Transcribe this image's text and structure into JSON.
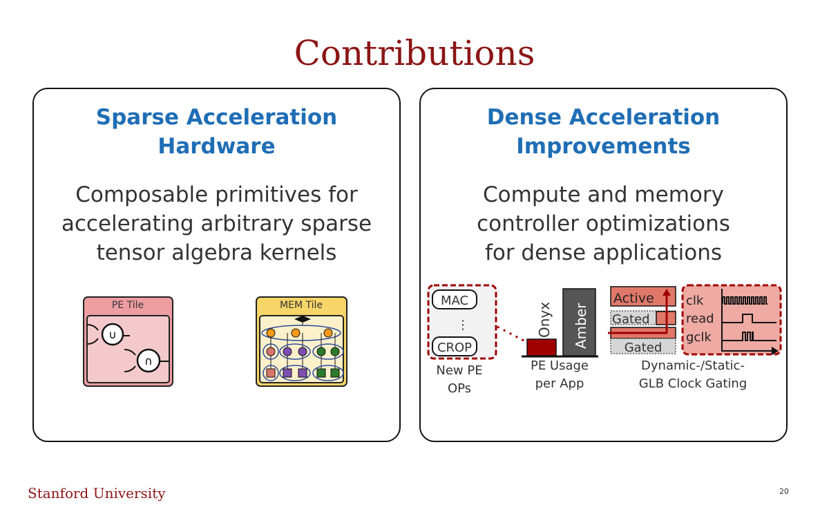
{
  "title": "Contributions",
  "left_panel": {
    "heading": [
      "Sparse Acceleration",
      "Hardware"
    ],
    "body": [
      "Composable primitives for",
      "accelerating arbitrary sparse",
      "tensor algebra kernels"
    ],
    "pe_tile": {
      "label": "PE Tile",
      "ops": [
        "∪",
        "∩"
      ]
    },
    "mem_tile": {
      "label": "MEM Tile"
    }
  },
  "right_panel": {
    "heading": [
      "Dense Acceleration",
      "Improvements"
    ],
    "body": [
      "Compute and memory",
      "controller optimizations",
      "for dense applications"
    ],
    "new_ops": {
      "items": [
        "MAC",
        "⋮",
        "CROP"
      ],
      "caption": [
        "New PE",
        "OPs"
      ]
    },
    "pe_usage": {
      "bars": [
        "Onyx",
        "Amber"
      ],
      "caption": [
        "PE Usage",
        "per App"
      ]
    },
    "clock_gating": {
      "states": [
        "Active",
        "Gated",
        "Gated"
      ],
      "signals": [
        "clk",
        "read",
        "gclk"
      ],
      "caption": [
        "Dynamic-/Static-",
        "GLB Clock Gating"
      ]
    }
  },
  "footer": {
    "institution": "Stanford University",
    "page_number": "20"
  },
  "colors": {
    "title": "#8c1515",
    "heading": "#1f6eb5",
    "accent_red": "#a00000"
  }
}
